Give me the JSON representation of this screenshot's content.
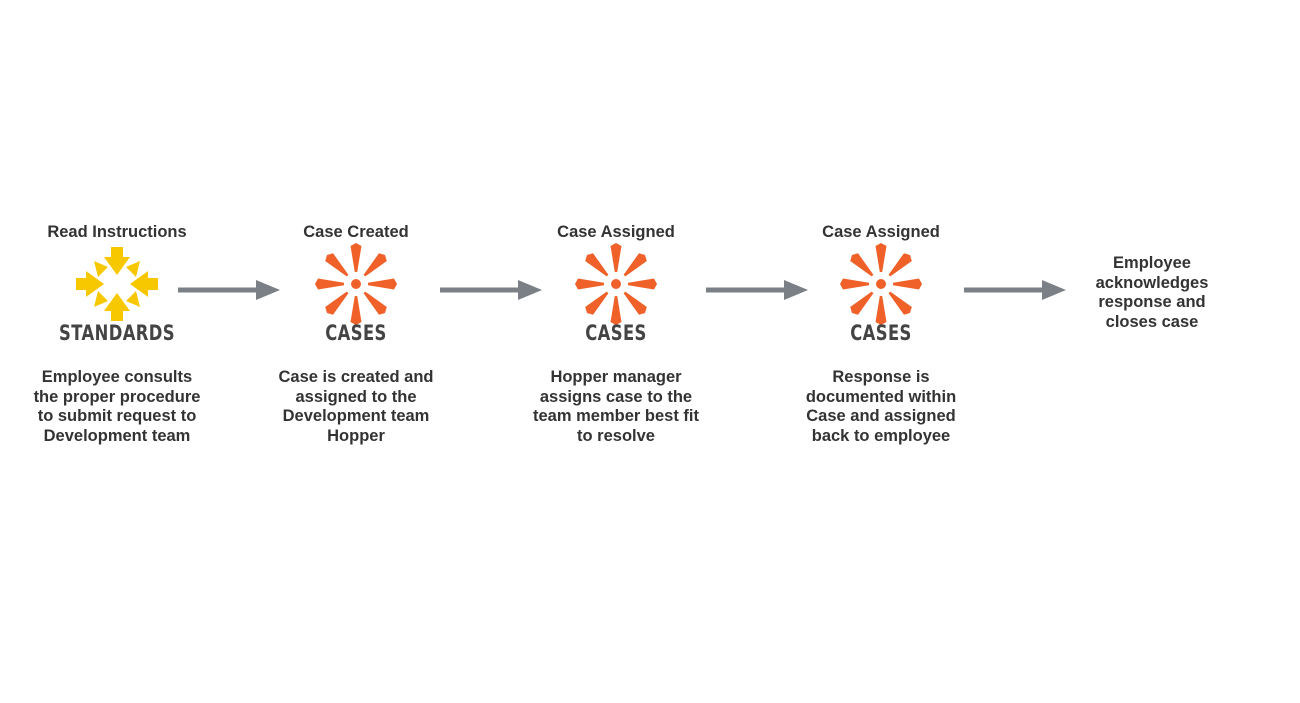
{
  "colors": {
    "standards_yellow": "#f7c800",
    "cases_orange": "#f0612a",
    "logo_text": "#444444",
    "arrow": "#7a8085",
    "text": "#333333"
  },
  "steps": [
    {
      "title": "Read Instructions",
      "icon": "standards-compass-icon",
      "logo_text": "STANDARDS",
      "description": "Employee consults\nthe proper procedure\nto submit request to\nDevelopment team"
    },
    {
      "title": "Case Created",
      "icon": "cases-burst-icon",
      "logo_text": "CASES",
      "description": "Case is created and\nassigned to the\nDevelopment team\nHopper"
    },
    {
      "title": "Case Assigned",
      "icon": "cases-burst-icon",
      "logo_text": "CASES",
      "description": "Hopper manager\nassigns case to the\nteam member best fit\nto resolve"
    },
    {
      "title": "Case Assigned",
      "icon": "cases-burst-icon",
      "logo_text": "CASES",
      "description": "Response is\ndocumented within\nCase and assigned\nback to employee"
    }
  ],
  "final_step": {
    "text": "Employee\nacknowledges\nresponse and\ncloses case"
  },
  "arrows": [
    "arrow-right-icon",
    "arrow-right-icon",
    "arrow-right-icon",
    "arrow-right-icon"
  ]
}
